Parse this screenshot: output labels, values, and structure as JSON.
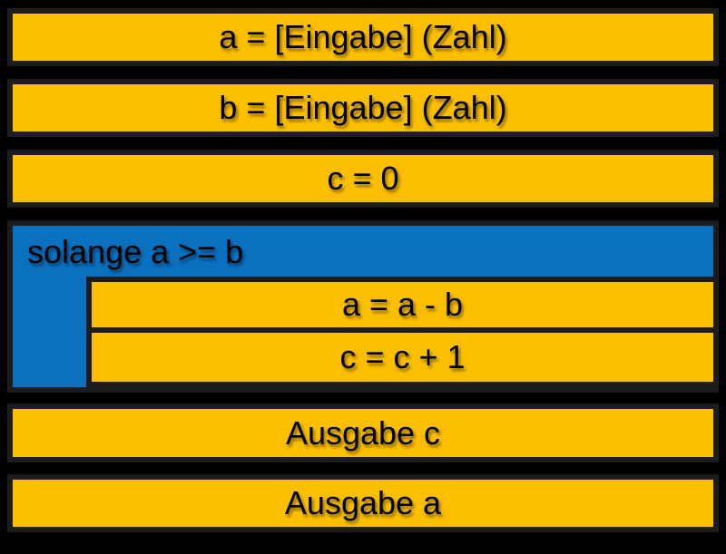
{
  "diagram": {
    "kind": "nassi-shneiderman-structogram",
    "language": "de",
    "colors": {
      "background": "#000000",
      "statement_fill": "#fcbf00",
      "loop_fill": "#0a70c0",
      "border": "#1c1c1c",
      "text": "#000000"
    },
    "blocks": [
      {
        "id": "input-a",
        "type": "statement",
        "label": "a = [Eingabe] (Zahl)"
      },
      {
        "id": "input-b",
        "type": "statement",
        "label": "b = [Eingabe] (Zahl)"
      },
      {
        "id": "init-c",
        "type": "statement",
        "label": "c = 0"
      },
      {
        "id": "while-loop",
        "type": "loop",
        "label": "solange a >= b",
        "body": [
          {
            "id": "loop-subtract",
            "type": "statement",
            "label": "a = a - b"
          },
          {
            "id": "loop-increment",
            "type": "statement",
            "label": "c = c + 1"
          }
        ]
      },
      {
        "id": "output-c",
        "type": "statement",
        "label": "Ausgabe c"
      },
      {
        "id": "output-a",
        "type": "statement",
        "label": "Ausgabe a"
      }
    ]
  }
}
